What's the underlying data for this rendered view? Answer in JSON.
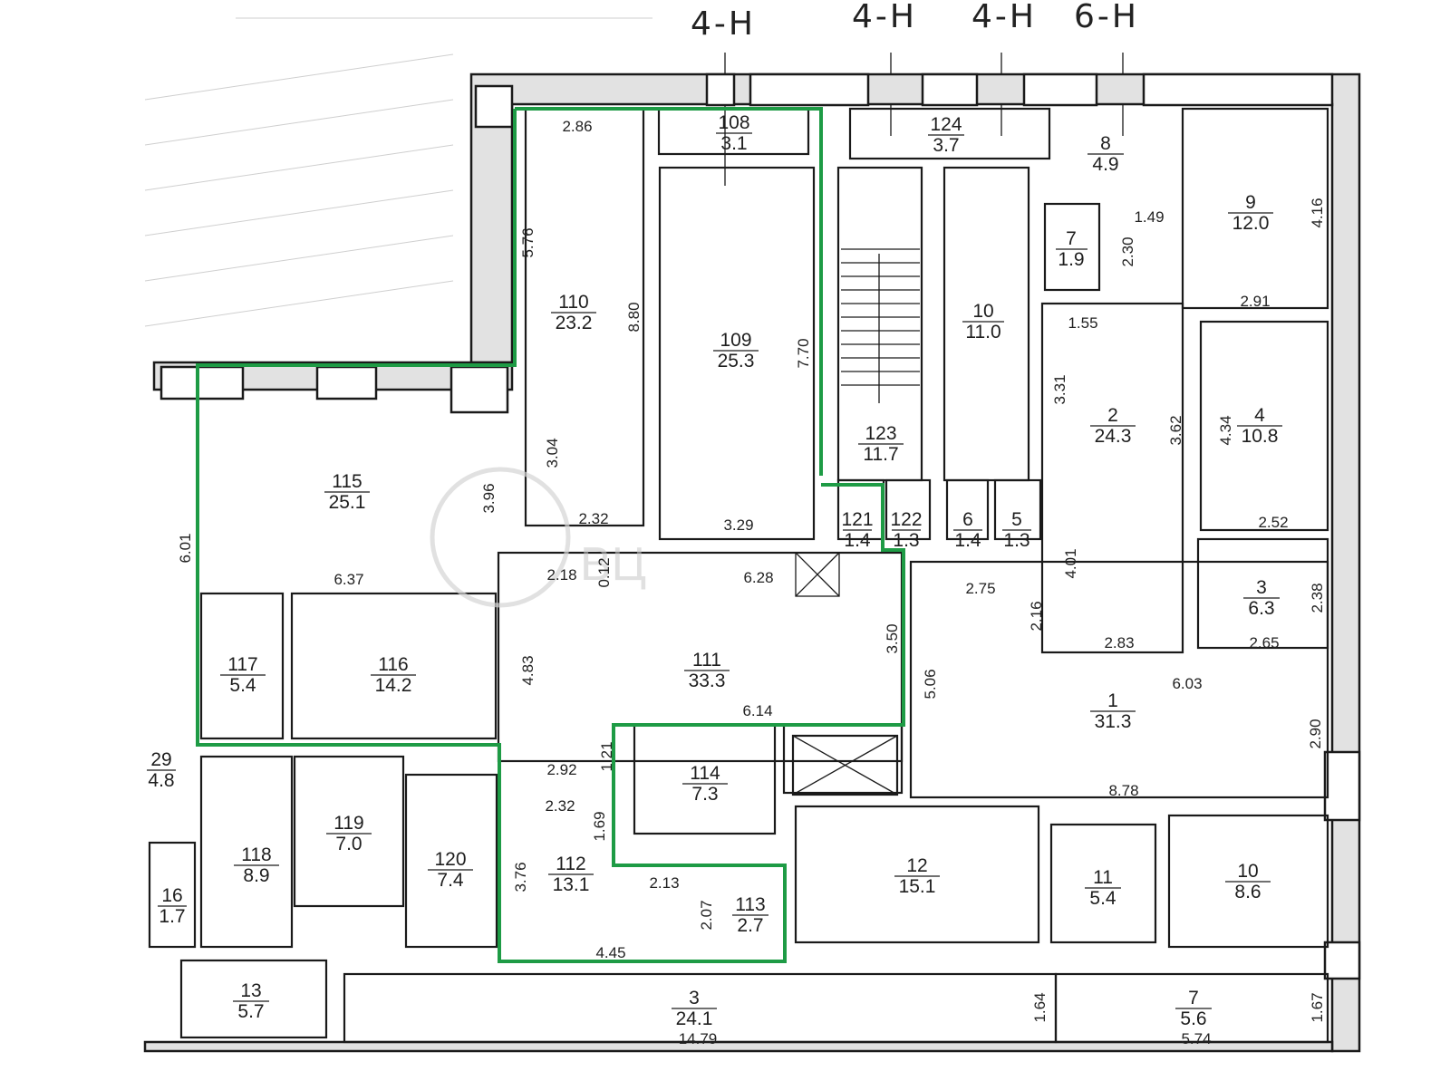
{
  "axes": [
    "4-Н",
    "4-Н",
    "4-Н",
    "6-Н"
  ],
  "watermark": "ВЦ",
  "colors": {
    "highlight": "#1e9b45",
    "wall": "#1a1a1a"
  },
  "rooms": [
    {
      "id": "room-108",
      "num": "108",
      "area": "3.1"
    },
    {
      "id": "room-124",
      "num": "124",
      "area": "3.7"
    },
    {
      "id": "room-8",
      "num": "8",
      "area": "4.9"
    },
    {
      "id": "room-9",
      "num": "9",
      "area": "12.0"
    },
    {
      "id": "room-7-top",
      "num": "7",
      "area": "1.9"
    },
    {
      "id": "room-110",
      "num": "110",
      "area": "23.2"
    },
    {
      "id": "room-109",
      "num": "109",
      "area": "25.3"
    },
    {
      "id": "room-10-top",
      "num": "10",
      "area": "11.0"
    },
    {
      "id": "room-123",
      "num": "123",
      "area": "11.7"
    },
    {
      "id": "room-2",
      "num": "2",
      "area": "24.3"
    },
    {
      "id": "room-4",
      "num": "4",
      "area": "10.8"
    },
    {
      "id": "room-115",
      "num": "115",
      "area": "25.1"
    },
    {
      "id": "room-121",
      "num": "121",
      "area": "1.4"
    },
    {
      "id": "room-122",
      "num": "122",
      "area": "1.3"
    },
    {
      "id": "room-6",
      "num": "6",
      "area": "1.4"
    },
    {
      "id": "room-5",
      "num": "5",
      "area": "1.3"
    },
    {
      "id": "room-3-right",
      "num": "3",
      "area": "6.3"
    },
    {
      "id": "room-117",
      "num": "117",
      "area": "5.4"
    },
    {
      "id": "room-116",
      "num": "116",
      "area": "14.2"
    },
    {
      "id": "room-111",
      "num": "111",
      "area": "33.3"
    },
    {
      "id": "room-1",
      "num": "1",
      "area": "31.3"
    },
    {
      "id": "room-29",
      "num": "29",
      "area": "4.8"
    },
    {
      "id": "room-114",
      "num": "114",
      "area": "7.3"
    },
    {
      "id": "room-119",
      "num": "119",
      "area": "7.0"
    },
    {
      "id": "room-118",
      "num": "118",
      "area": "8.9"
    },
    {
      "id": "room-120",
      "num": "120",
      "area": "7.4"
    },
    {
      "id": "room-112",
      "num": "112",
      "area": "13.1"
    },
    {
      "id": "room-113",
      "num": "113",
      "area": "2.7"
    },
    {
      "id": "room-12",
      "num": "12",
      "area": "15.1"
    },
    {
      "id": "room-11",
      "num": "11",
      "area": "5.4"
    },
    {
      "id": "room-10-bottom",
      "num": "10",
      "area": "8.6"
    },
    {
      "id": "room-16",
      "num": "16",
      "area": "1.7"
    },
    {
      "id": "room-13",
      "num": "13",
      "area": "5.7"
    },
    {
      "id": "room-3-bottom",
      "num": "3",
      "area": "24.1"
    },
    {
      "id": "room-7-bottom",
      "num": "7",
      "area": "5.6"
    }
  ],
  "dimensions": [
    "2.86",
    "5.76",
    "8.80",
    "7.70",
    "1.49",
    "2.30",
    "4.16",
    "2.91",
    "1.55",
    "3.31",
    "3.62",
    "4.34",
    "3.04",
    "3.96",
    "2.32",
    "3.29",
    "2.52",
    "6.01",
    "2.18",
    "0.12",
    "6.28",
    "4.01",
    "2.75",
    "2.16",
    "2.38",
    "6.37",
    "3.50",
    "2.83",
    "2.65",
    "4.83",
    "5.06",
    "6.03",
    "6.14",
    "2.90",
    "1.21",
    "2.92",
    "8.78",
    "2.32",
    "1.69",
    "3.76",
    "2.13",
    "2.07",
    "4.45",
    "1.64",
    "1.67",
    "14.79",
    "5.74"
  ]
}
